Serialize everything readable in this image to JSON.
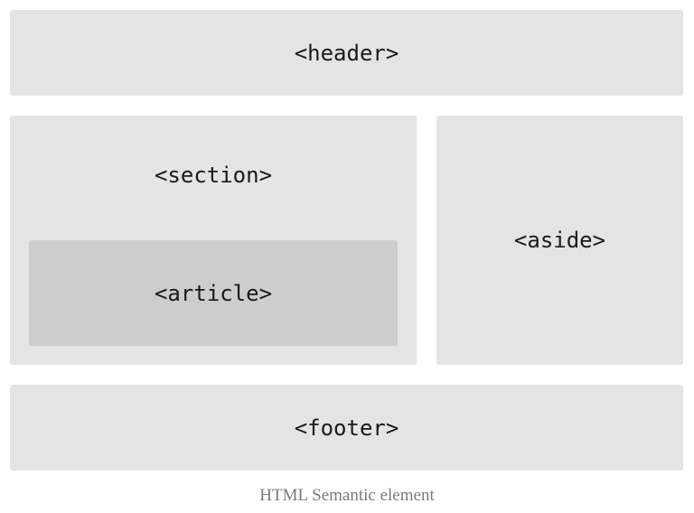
{
  "diagram": {
    "header_label": "<header>",
    "section_label": "<section>",
    "article_label": "<article>",
    "aside_label": "<aside>",
    "footer_label": "<footer>"
  },
  "caption": "HTML Semantic element",
  "colors": {
    "block_fill": "#e4e4e4",
    "nested_block_fill": "#cdcdcd",
    "caption_text": "#7a7a7a"
  }
}
